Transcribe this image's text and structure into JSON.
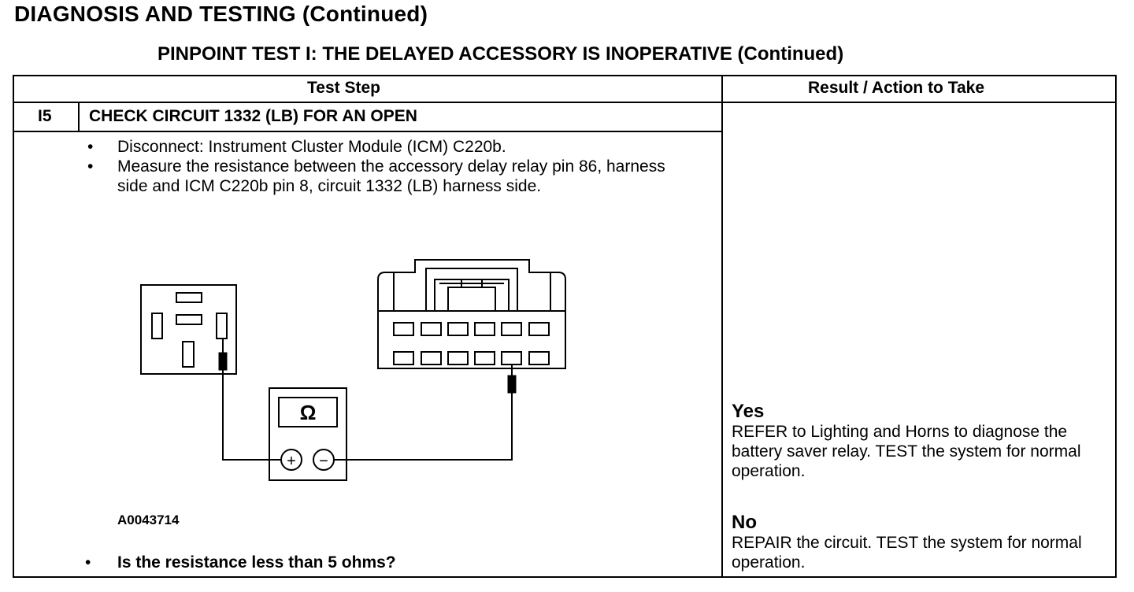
{
  "page": {
    "title": "DIAGNOSIS AND TESTING (Continued)",
    "test_title": "PINPOINT TEST I: THE DELAYED ACCESSORY IS INOPERATIVE (Continued)"
  },
  "table": {
    "headers": {
      "test_step": "Test Step",
      "result_action": "Result / Action to Take"
    },
    "step": {
      "id": "I5",
      "title": "CHECK CIRCUIT 1332 (LB) FOR AN OPEN",
      "bullet_symbol": "•",
      "bullets": [
        "Disconnect: Instrument Cluster Module (ICM) C220b.",
        "Measure the resistance between the accessory delay relay pin 86, harness side and ICM C220b pin 8, circuit 1332 (LB) harness side."
      ],
      "figure_id": "A0043714",
      "question": "Is the resistance less than 5 ohms?"
    },
    "results": {
      "yes": {
        "label": "Yes",
        "text": "REFER to Lighting and Horns to diagnose the battery saver relay. TEST the system for normal operation."
      },
      "no": {
        "label": "No",
        "text": "REPAIR the circuit. TEST the system for normal operation."
      }
    }
  },
  "figure": {
    "meter_symbol": "Ω",
    "plus_symbol": "+",
    "minus_symbol": "−"
  }
}
